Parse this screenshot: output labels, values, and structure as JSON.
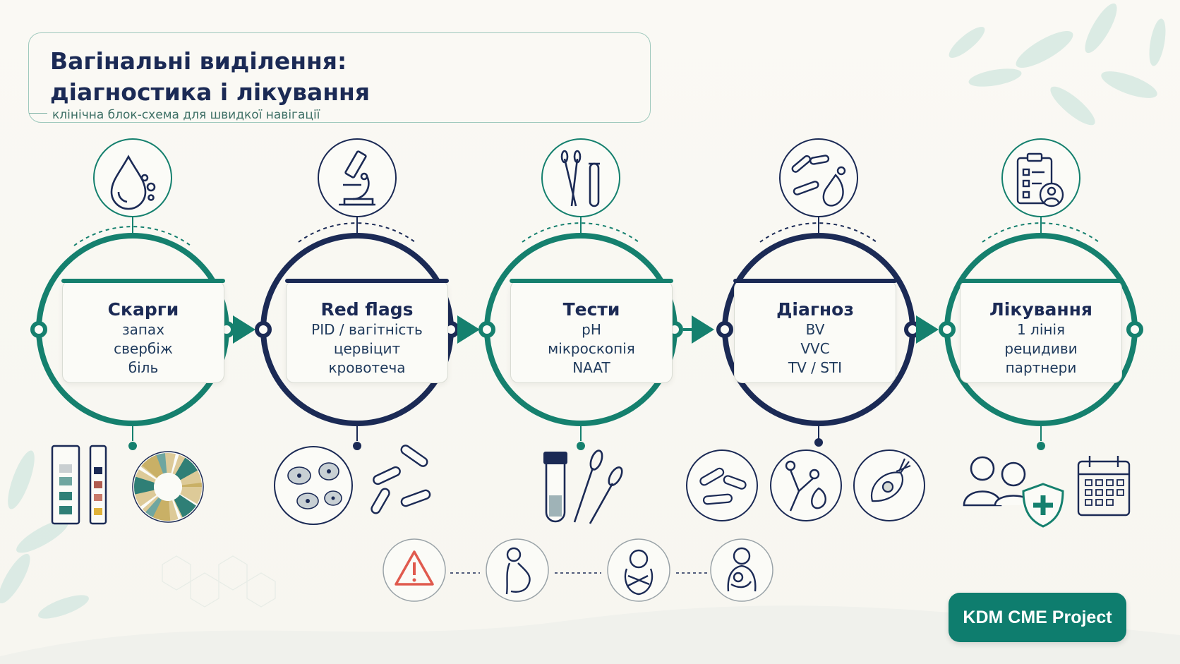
{
  "header": {
    "title": "Вагінальні виділення:\nдіагностика і лікування",
    "subtitle": "клінічна блок-схема для швидкої навігації"
  },
  "colors": {
    "teal": "#15806e",
    "navy": "#1b2a55",
    "warning": "#e05a4e"
  },
  "steps": [
    {
      "title": "Скарги",
      "lines": [
        "запах",
        "свербіж",
        "біль"
      ],
      "ring": "teal",
      "top_icon": "droplet-icon",
      "bottom_icons": [
        "ph-test-strip-icon",
        "color-wheel-icon"
      ]
    },
    {
      "title": "Red flags",
      "lines": [
        "PID / вагітність",
        "цервіцит",
        "кровотеча"
      ],
      "ring": "navy",
      "top_icon": "microscope-icon",
      "bottom_icons": [
        "cells-icon",
        "bacteria-icon"
      ]
    },
    {
      "title": "Тести",
      "lines": [
        "pH",
        "мікроскопія",
        "NAAT"
      ],
      "ring": "teal",
      "top_icon": "swab-tube-icon",
      "bottom_icons": [
        "test-tube-icon",
        "swab-icon"
      ]
    },
    {
      "title": "Діагноз",
      "lines": [
        "BV",
        "VVC",
        "TV / STI"
      ],
      "ring": "navy",
      "top_icon": "bacteria-icon",
      "bottom_icons": [
        "bacteria-icon",
        "fungus-icon",
        "trichomonas-icon"
      ]
    },
    {
      "title": "Лікування",
      "lines": [
        "1 лінія",
        "рецидиви",
        "партнери"
      ],
      "ring": "teal",
      "top_icon": "clipboard-patient-icon",
      "bottom_icons": [
        "partners-shield-icon",
        "calendar-icon"
      ]
    }
  ],
  "special_populations": [
    "warning-icon",
    "pregnant-woman-icon",
    "newborn-icon",
    "breastfeeding-icon"
  ],
  "brand": {
    "label": "KDM CME Project"
  }
}
